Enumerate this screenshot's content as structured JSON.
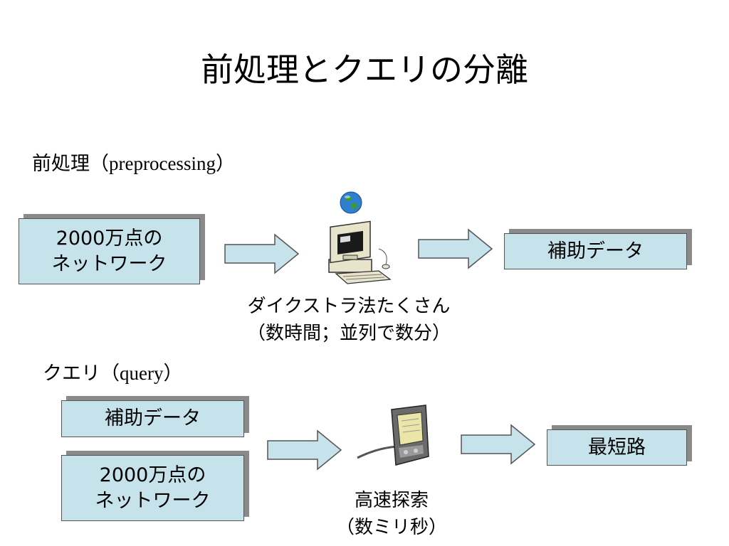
{
  "title": "前処理とクエリの分離",
  "preprocessing": {
    "label": "前処理",
    "label_en": "（preprocessing）",
    "input_line1": "2000万点の",
    "input_line2": "ネットワーク",
    "caption_line1": "ダイクストラ法たくさん",
    "caption_line2": "（数時間；並列で数分）",
    "output": "補助データ"
  },
  "query": {
    "label": "クエリ",
    "label_en": "（query）",
    "input1": "補助データ",
    "input2_line1": "2000万点の",
    "input2_line2": "ネットワーク",
    "caption_line1": "高速探索",
    "caption_line2": "（数ミリ秒）",
    "output": "最短路"
  },
  "colors": {
    "box_fill": "#c6e2ea",
    "box_shadow": "#8a8a8a",
    "arrow_fill": "#c6e2ea"
  },
  "icons": [
    "computer-icon",
    "globe-icon",
    "pda-icon"
  ]
}
